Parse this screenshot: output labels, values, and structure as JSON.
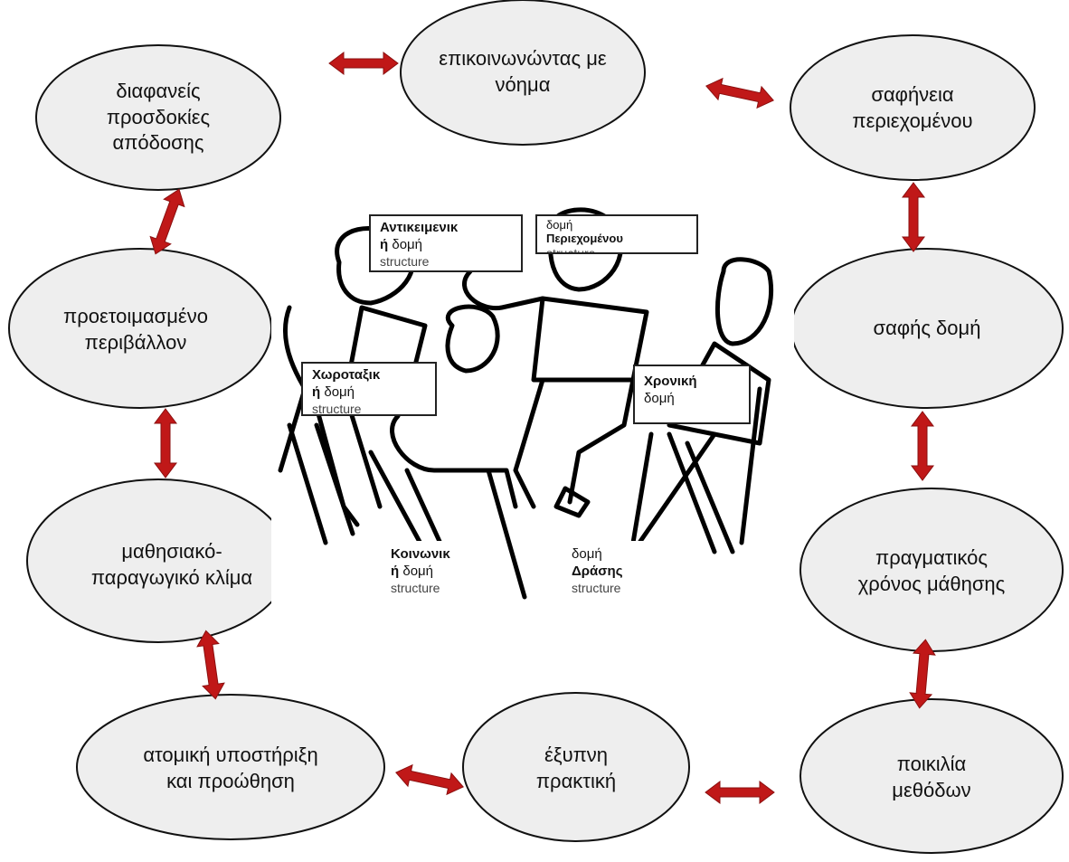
{
  "colors": {
    "arrow": "#c01818",
    "ellipse_fill": "#eeeeee",
    "ellipse_stroke": "#111111"
  },
  "nodes": {
    "expectations": "διαφανείς\nπροσδοκίες\nαπόδοσης",
    "meaningful_communication": "επικοινωνώντας με\nνόημα",
    "content_clarity": "σαφήνεια\nπεριεχομένου",
    "prepared_environment": "προετοιμασμένο\nπεριβάλλον",
    "clear_structure": "σαφής δομή",
    "learning_climate": "μαθησιακό-\nπαραγωγικό κλίμα",
    "real_learning_time": "πραγματικός\nχρόνος μάθησης",
    "individual_support": "ατομική υποστήριξη\nκαι προώθηση",
    "smart_practice": "έξυπνη\nπρακτική",
    "method_variety": "ποικιλία\nμεθόδων"
  },
  "labels": {
    "object_structure": {
      "bold": "Αντικειμενικ",
      "rest_bold": "ή",
      "rest": " δομή",
      "sub": "structure"
    },
    "content_structure": {
      "pre": "δομή",
      "bold": "Περιεχομένου",
      "sub": "structure"
    },
    "spatial_structure": {
      "bold": "Χωροταξικ",
      "rest_bold": "ή",
      "rest": " δομή",
      "sub": "structure"
    },
    "time_structure": {
      "bold": "Χρονική",
      "rest": "δομή"
    },
    "social_structure": {
      "bold": "Κοινωνικ",
      "rest_bold": "ή",
      "rest": " δομή",
      "sub": "structure"
    },
    "action_structure": {
      "pre": "δομή",
      "bold": "Δράσης",
      "sub": "structure"
    }
  },
  "illustration": {
    "icon": "people-in-discussion-drawing"
  }
}
